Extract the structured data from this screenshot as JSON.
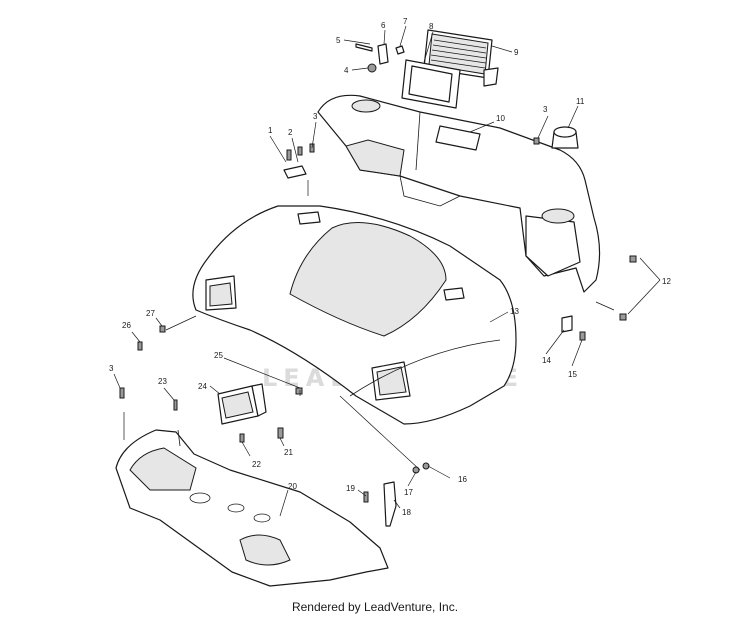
{
  "callouts": [
    "1",
    "2",
    "3",
    "4",
    "5",
    "6",
    "7",
    "8",
    "9",
    "10",
    "11",
    "12",
    "13",
    "14",
    "15",
    "16",
    "17",
    "18",
    "19",
    "20",
    "21",
    "22",
    "23",
    "24",
    "25",
    "26",
    "27"
  ],
  "footer": "Rendered by LeadVenture, Inc.",
  "watermark": "LEADVENTURE",
  "colors": {
    "ink": "#1a1a1a",
    "shade": "#e6e6e6",
    "dark": "#9a9a9a",
    "watermark": "#d8d8d8"
  }
}
